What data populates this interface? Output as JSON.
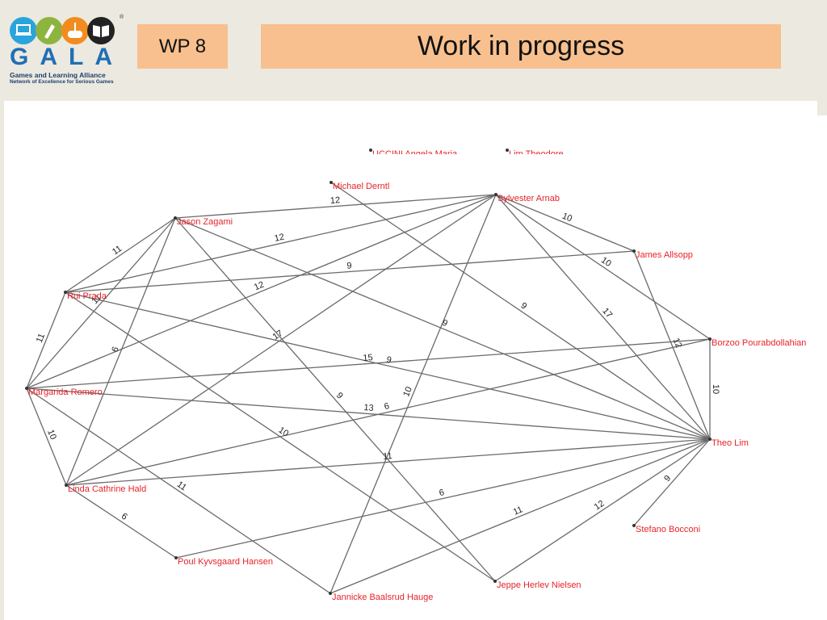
{
  "header": {
    "logo": {
      "word": "GALA",
      "subtitle_line1": "Games and Learning Alliance",
      "subtitle_line2": "Network of Excellence for Serious Games",
      "registered": "®",
      "circle_colors": [
        "#2aa4dc",
        "#8db43e",
        "#f28c1e",
        "#222222"
      ],
      "circle_icons": [
        "laptop-icon",
        "pen-icon",
        "gamepad-icon",
        "book-icon"
      ]
    },
    "wp_label": "WP 8",
    "title": "Work in progress"
  },
  "graph": {
    "nodes": [
      {
        "id": "ucc",
        "label": "UCCINI Angela Maria"
      },
      {
        "id": "limt",
        "label": "Lim Theodore"
      },
      {
        "id": "md",
        "label": "Michael Derntl"
      },
      {
        "id": "sa",
        "label": "Sylvester Arnab"
      },
      {
        "id": "jz",
        "label": "Jason Zagami"
      },
      {
        "id": "ja",
        "label": "James Allsopp"
      },
      {
        "id": "rp",
        "label": "Rui Prada"
      },
      {
        "id": "bp",
        "label": "Borzoo Pourabdollahian"
      },
      {
        "id": "mr",
        "label": "Margarida Romero"
      },
      {
        "id": "tl",
        "label": "Theo Lim"
      },
      {
        "id": "lch",
        "label": "Linda Cathrine Hald"
      },
      {
        "id": "sb",
        "label": "Stefano Bocconi"
      },
      {
        "id": "pkh",
        "label": "Poul Kyvsgaard Hansen"
      },
      {
        "id": "jhn",
        "label": "Jeppe Herlev Nielsen"
      },
      {
        "id": "jbh",
        "label": "Jannicke Baalsrud Hauge"
      }
    ],
    "edges": [
      {
        "from": "jz",
        "to": "sa",
        "weight": "12"
      },
      {
        "from": "jz",
        "to": "rp",
        "weight": "11"
      },
      {
        "from": "rp",
        "to": "mr",
        "weight": "11"
      },
      {
        "from": "mr",
        "to": "lch",
        "weight": "10"
      },
      {
        "from": "sa",
        "to": "ja",
        "weight": "10"
      },
      {
        "from": "sa",
        "to": "bp",
        "weight": "10"
      },
      {
        "from": "bp",
        "to": "tl",
        "weight": "10"
      },
      {
        "from": "tl",
        "to": "sb",
        "weight": "9"
      },
      {
        "from": "tl",
        "to": "jhn",
        "weight": "12"
      },
      {
        "from": "tl",
        "to": "jbh",
        "weight": "11"
      },
      {
        "from": "lch",
        "to": "pkh",
        "weight": "6"
      },
      {
        "from": "rp",
        "to": "sa",
        "weight": "12"
      },
      {
        "from": "rp",
        "to": "ja",
        "weight": "9"
      },
      {
        "from": "mr",
        "to": "sa",
        "weight": "12"
      },
      {
        "from": "mr",
        "to": "bp",
        "weight": "15"
      },
      {
        "from": "mr",
        "to": "tl",
        "weight": "13"
      },
      {
        "from": "lch",
        "to": "tl",
        "weight": "11"
      },
      {
        "from": "lch",
        "to": "bp",
        "weight": "6"
      },
      {
        "from": "lch",
        "to": "sa",
        "weight": "17"
      },
      {
        "from": "lch",
        "to": "jz",
        "weight": "6"
      },
      {
        "from": "md",
        "to": "tl",
        "weight": "9"
      },
      {
        "from": "sa",
        "to": "tl",
        "weight": "17"
      },
      {
        "from": "ja",
        "to": "tl",
        "weight": "12"
      },
      {
        "from": "jz",
        "to": "tl",
        "weight": "9"
      },
      {
        "from": "jz",
        "to": "jhn",
        "weight": "9"
      },
      {
        "from": "jz",
        "to": "mr",
        "weight": "11"
      },
      {
        "from": "rp",
        "to": "tl",
        "weight": "9"
      },
      {
        "from": "rp",
        "to": "jhn",
        "weight": "10"
      },
      {
        "from": "mr",
        "to": "jbh",
        "weight": "11"
      },
      {
        "from": "jbh",
        "to": "sa",
        "weight": "10"
      },
      {
        "from": "pkh",
        "to": "tl",
        "weight": "6"
      }
    ]
  }
}
